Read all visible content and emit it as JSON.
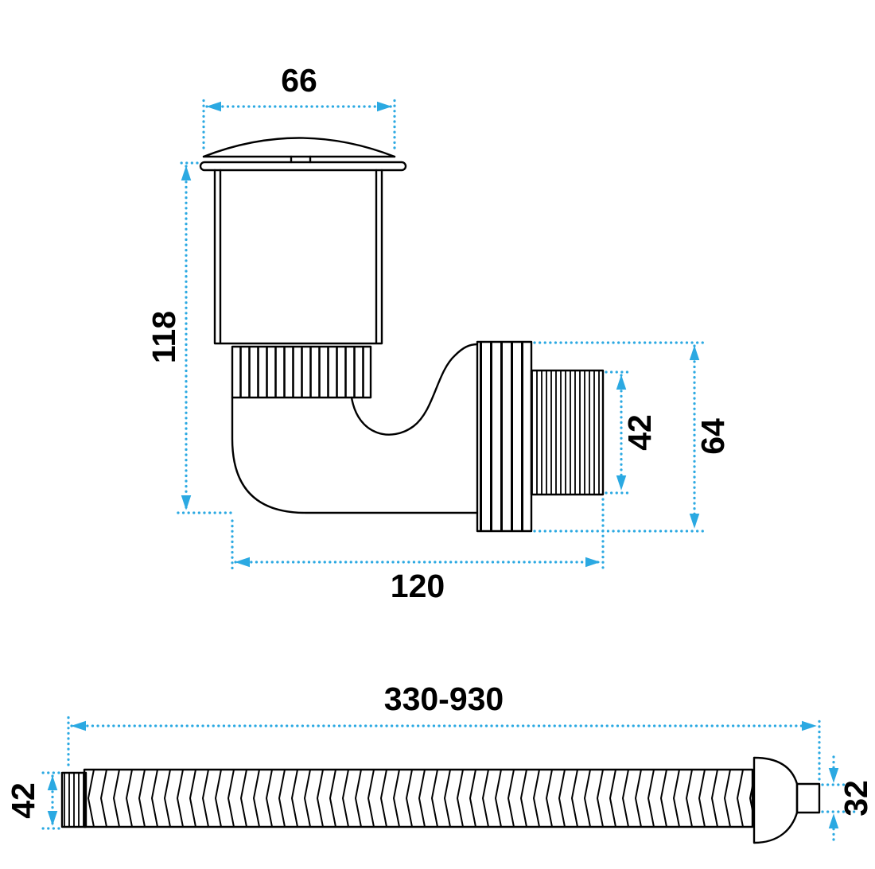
{
  "accent_color": "#2BA9E2",
  "drawing_color": "#000000",
  "top_figure": {
    "dim_cap_width": "66",
    "dim_height": "118",
    "dim_length": "120",
    "dim_thread_diameter": "42",
    "dim_nut_diameter": "64"
  },
  "bottom_figure": {
    "dim_length_range": "330-930",
    "dim_left_diameter": "42",
    "dim_right_diameter": "32"
  }
}
